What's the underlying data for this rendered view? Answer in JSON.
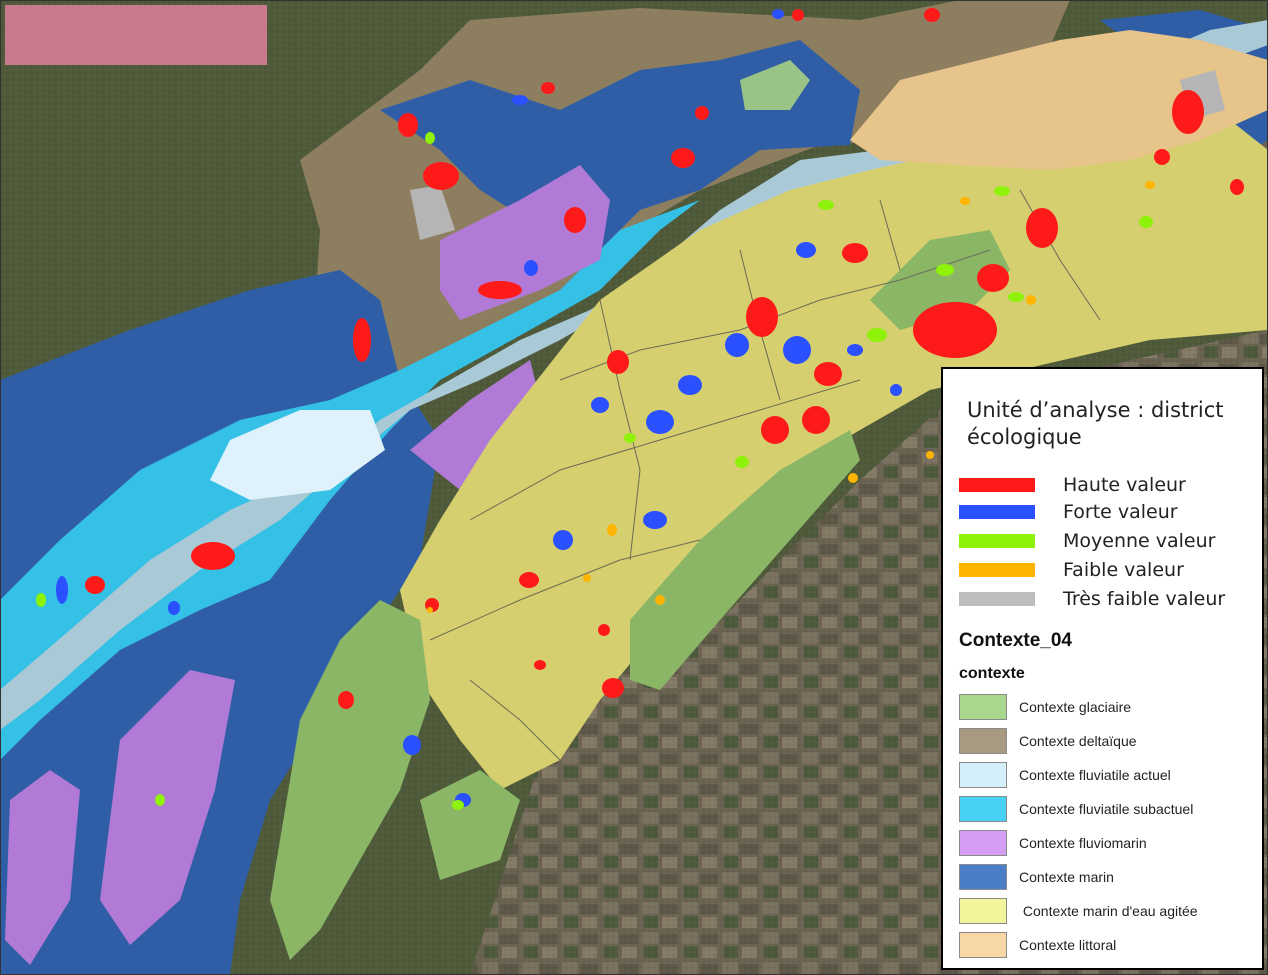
{
  "legend": {
    "title": "Unité d’analyse : district écologique",
    "value_classes": [
      {
        "label": "Haute valeur",
        "color": "#ff1a1a"
      },
      {
        "label": "Forte valeur",
        "color": "#2b50ff"
      },
      {
        "label": "Moyenne valeur",
        "color": "#8ef20a"
      },
      {
        "label": "Faible valeur",
        "color": "#ffb400"
      },
      {
        "label": "Très faible valeur",
        "color": "#bdbdbd"
      }
    ],
    "layer_name": "Contexte_04",
    "field_name": "contexte",
    "contexts": [
      {
        "label": "Contexte glaciaire",
        "color": "#a8d88e"
      },
      {
        "label": "Contexte deltaïque",
        "color": "#a89a80"
      },
      {
        "label": "Contexte fluviatile actuel",
        "color": "#d4eefa"
      },
      {
        "label": "Contexte fluviatile subactuel",
        "color": "#47d2f5"
      },
      {
        "label": "Contexte fluviomarin",
        "color": "#d59ef2"
      },
      {
        "label": "Contexte marin",
        "color": "#4a7fc8"
      },
      {
        "label": " Contexte marin d'eau agitée",
        "color": "#f3f59a"
      },
      {
        "label": "Contexte littoral",
        "color": "#f6d7a5"
      }
    ]
  },
  "map_colors": {
    "imagery_green": "#4f5a3a",
    "imagery_brown": "#6e6450",
    "river": "#a9c9d6",
    "district_border": "#6b6b55"
  }
}
